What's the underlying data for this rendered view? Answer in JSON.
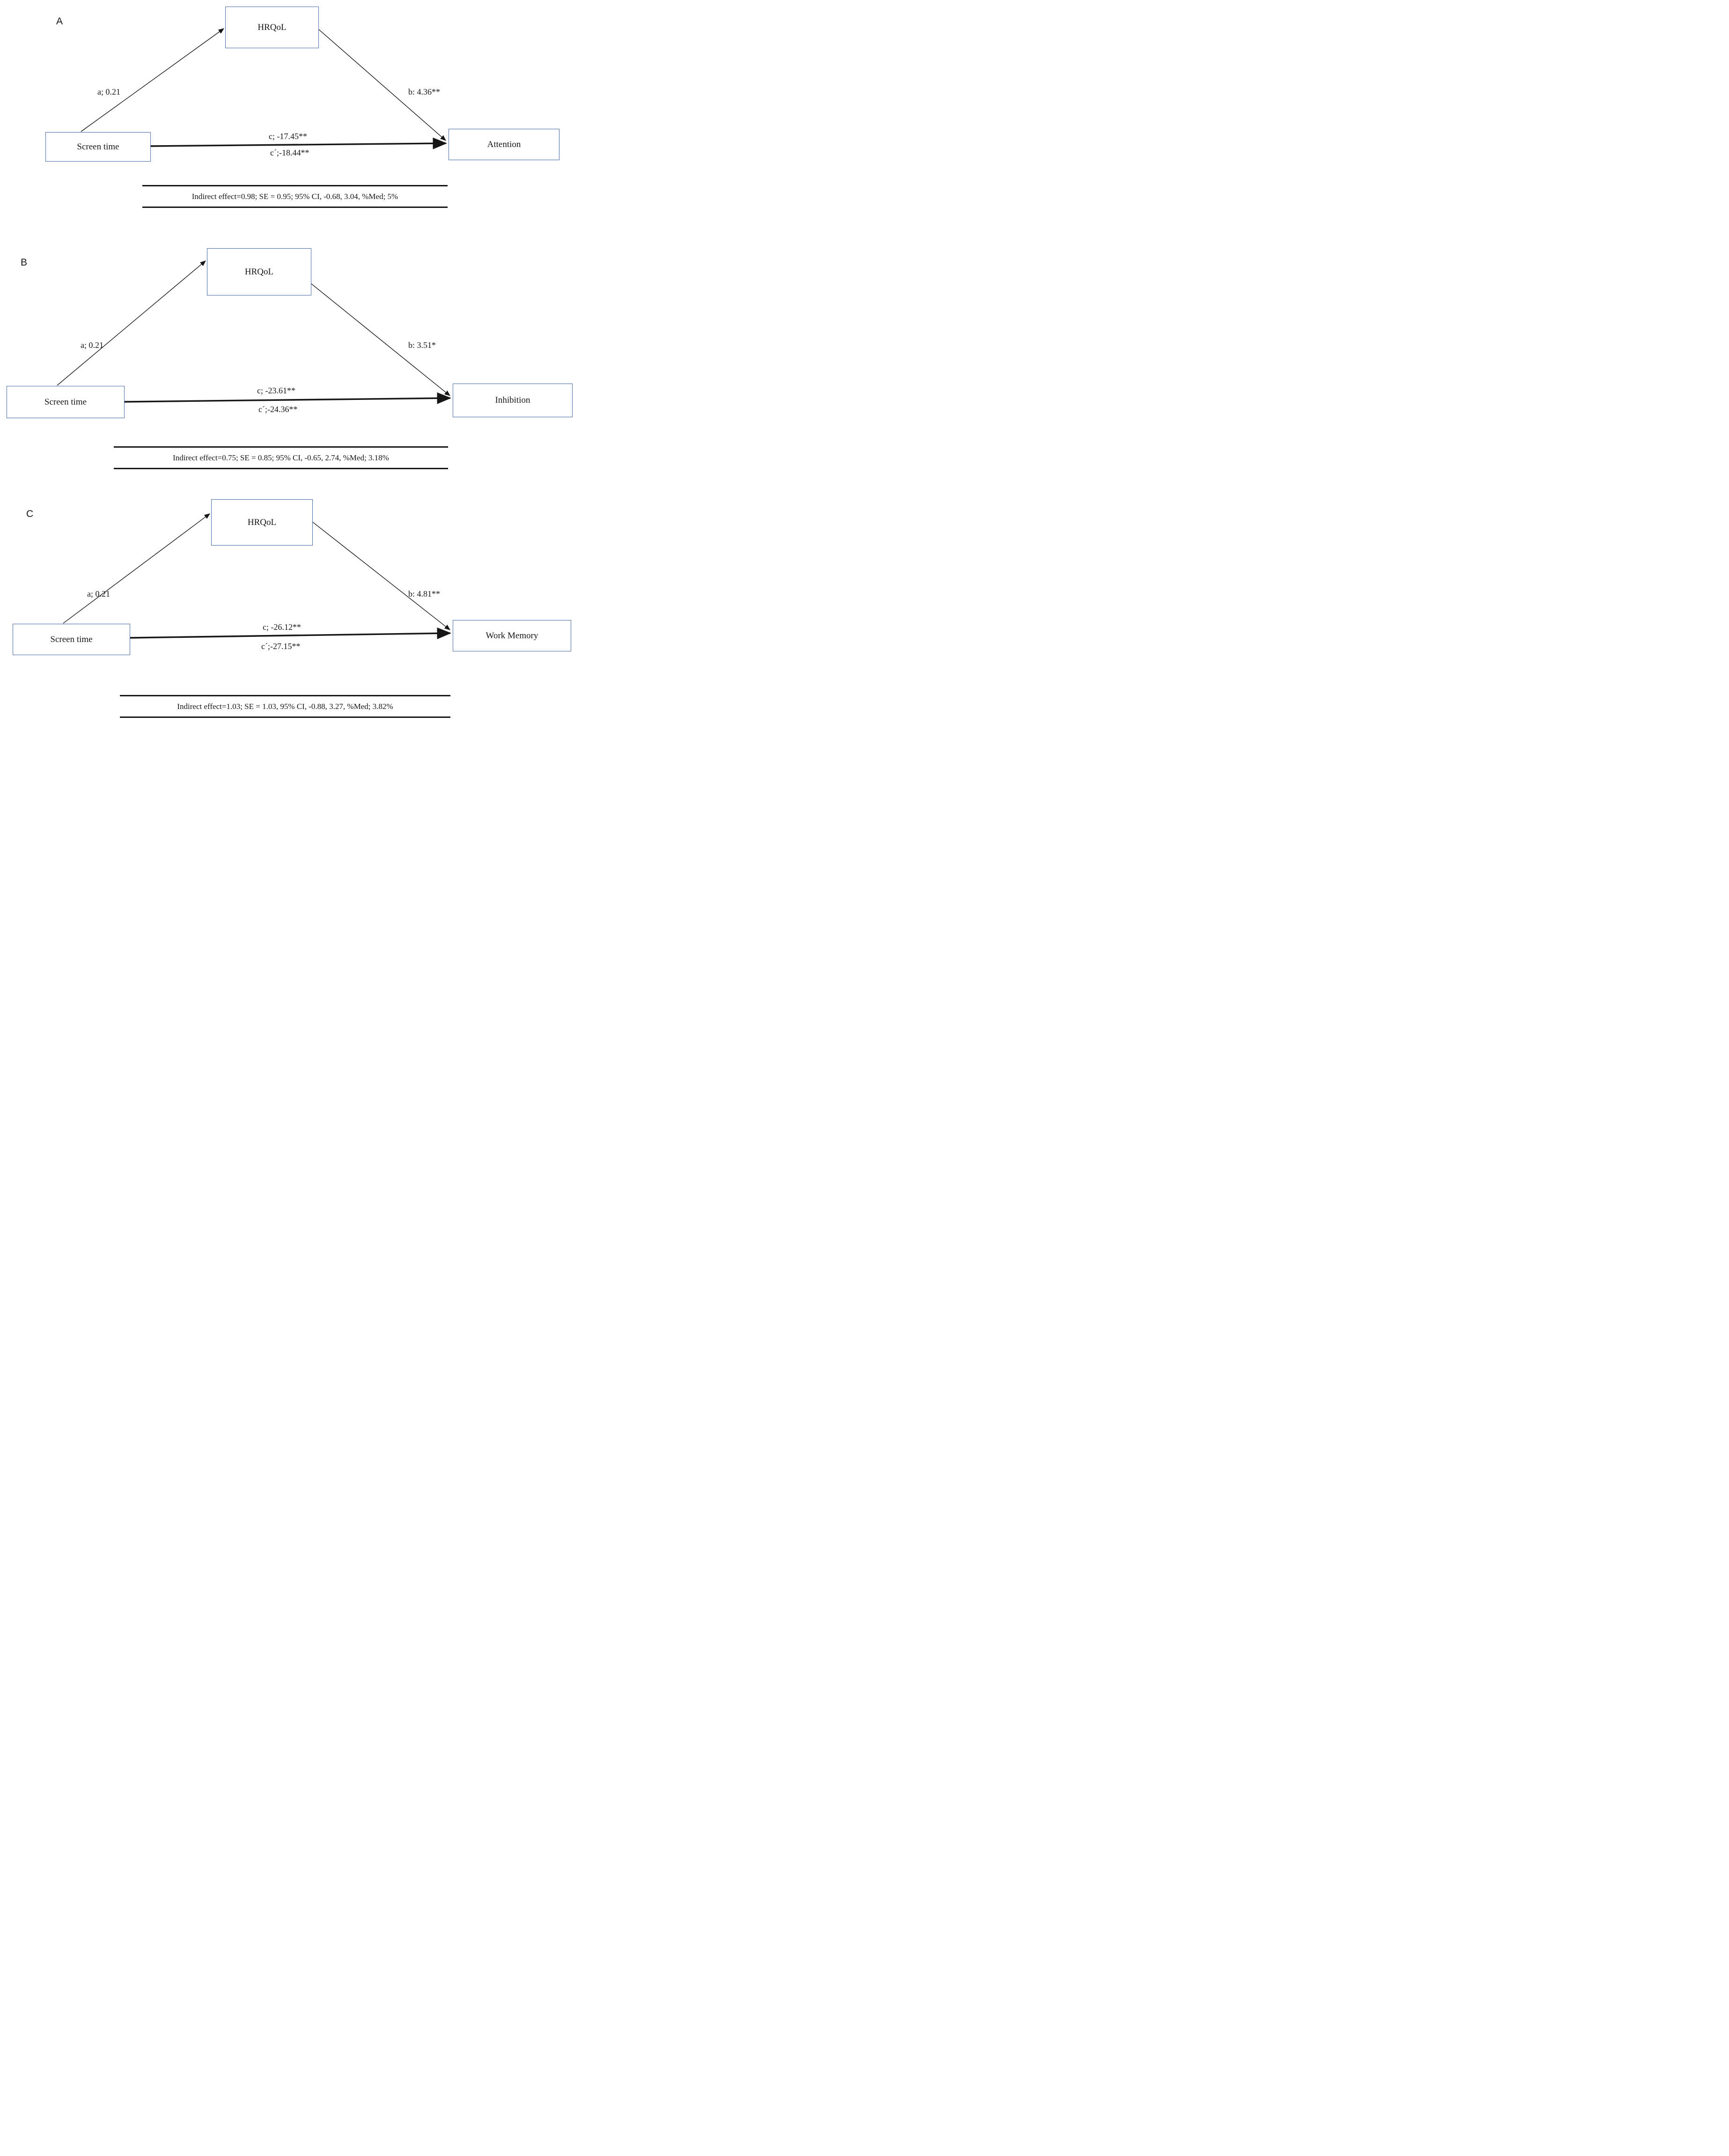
{
  "colors": {
    "background": "#ffffff",
    "box_border": "#4a6da4",
    "line": "#161616",
    "text": "#161616"
  },
  "panels": [
    {
      "letter": "A",
      "predictor": "Screen time",
      "mediator": "HRQoL",
      "outcome": "Attention",
      "path_a_label": "a; 0.21",
      "path_b_label": "b: 4.36**",
      "path_c_label": "c; -17.45**",
      "path_c_prime_label": "c´;-18.44**",
      "indirect_note": "Indirect effect=0.98; SE = 0.95; 95% CI, -0.68, 3.04, %Med; 5%"
    },
    {
      "letter": "B",
      "predictor": "Screen time",
      "mediator": "HRQoL",
      "outcome": "Inhibition",
      "path_a_label": "a; 0.21",
      "path_b_label": "b: 3.51*",
      "path_c_label": "c; -23.61**",
      "path_c_prime_label": "c´;-24.36**",
      "indirect_note": "Indirect effect=0.75; SE = 0.85; 95% CI, -0.65, 2.74, %Med; 3.18%"
    },
    {
      "letter": "C",
      "predictor": "Screen time",
      "mediator": "HRQoL",
      "outcome": "Work Memory",
      "path_a_label": "a; 0.21",
      "path_b_label": "b: 4.81**",
      "path_c_label": "c; -26.12**",
      "path_c_prime_label": "c´;-27.15**",
      "indirect_note": "Indirect effect=1.03; SE = 1.03, 95% CI, -0.88, 3.27, %Med; 3.82%"
    }
  ]
}
